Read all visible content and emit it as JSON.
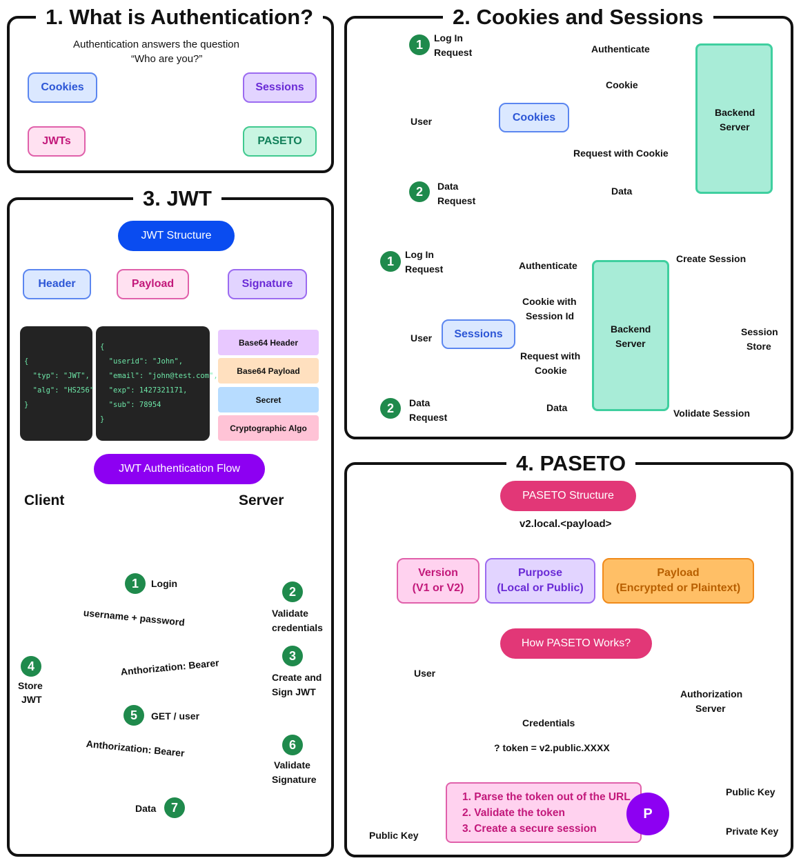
{
  "s1": {
    "title": "1. What is Authentication?",
    "intro_line1": "Authentication answers the question",
    "intro_line2": "“Who are you?”",
    "chips": [
      "Cookies",
      "Sessions",
      "JWTs",
      "PASETO"
    ]
  },
  "s2": {
    "title": "2. Cookies and Sessions",
    "cookies": {
      "step1": "1",
      "step1_l1": "Log In",
      "step1_l2": "Request",
      "user": "User",
      "center": "Cookies",
      "authenticate": "Authenticate",
      "cookie": "Cookie",
      "req_cookie": "Request with Cookie",
      "data": "Data",
      "step2": "2",
      "step2_l1": "Data",
      "step2_l2": "Request",
      "backend_l1": "Backend",
      "backend_l2": "Server"
    },
    "sessions": {
      "step1": "1",
      "step1_l1": "Log In",
      "step1_l2": "Request",
      "user": "User",
      "center": "Sessions",
      "authenticate": "Authenticate",
      "cookie_sid_l1": "Cookie with",
      "cookie_sid_l2": "Session Id",
      "req_cookie_l1": "Request with",
      "req_cookie_l2": "Cookie",
      "data": "Data",
      "step2": "2",
      "step2_l1": "Data",
      "step2_l2": "Request",
      "backend_l1": "Backend",
      "backend_l2": "Server",
      "create_session": "Create Session",
      "validate_session": "Volidate Session",
      "store_l1": "Session",
      "store_l2": "Store"
    }
  },
  "s3": {
    "title": "3. JWT",
    "structure": "JWT Structure",
    "header": "Header",
    "payload": "Payload",
    "signature": "Signature",
    "header_code": [
      "{",
      "  \"typ\": \"JWT\",",
      "  \"alg\": \"HS256\"",
      "}"
    ],
    "payload_code": [
      "{",
      "  \"userid\": \"John\",",
      "  \"email\": \"john@test.com\",",
      "  \"exp\": 1427321171,",
      "  \"sub\": 78954",
      "}"
    ],
    "sig_parts": [
      "Base64 Header",
      "Base64 Payload",
      "Secret",
      "Cryptographic Algo"
    ],
    "flow": "JWT Authentication Flow",
    "client": "Client",
    "server": "Server",
    "steps": [
      {
        "n": "1",
        "label": "Login",
        "sub": "username + password"
      },
      {
        "n": "2",
        "label_l1": "Validate",
        "label_l2": "credentials"
      },
      {
        "n": "3",
        "label_l1": "Create and",
        "label_l2": "Sign JWT",
        "sub": "Anthorization: Bearer"
      },
      {
        "n": "4",
        "label_l1": "Store",
        "label_l2": "JWT"
      },
      {
        "n": "5",
        "label": "GET / user",
        "sub": "Anthorization: Bearer"
      },
      {
        "n": "6",
        "label_l1": "Validate",
        "label_l2": "Signature"
      },
      {
        "n": "7",
        "label": "Data"
      }
    ]
  },
  "s4": {
    "title": "4. PASETO",
    "structure": "PASETO Structure",
    "format": "v2.local.<payload>",
    "version_l1": "Version",
    "version_l2": "(V1 or V2)",
    "purpose_l1": "Purpose",
    "purpose_l2": "(Local or Public)",
    "payload_l1": "Payload",
    "payload_l2": "(Encrypted or Plaintext)",
    "how": "How PASETO Works?",
    "user": "User",
    "auth_server_l1": "Authorization",
    "auth_server_l2": "Server",
    "credentials": "Credentials",
    "token": "? token = v2.public.XXXX",
    "steps": [
      "1. Parse the token out of the URL",
      "2. Validate the token",
      "3. Create a secure session"
    ],
    "badge": "P",
    "public_key_left": "Public Key",
    "public_key": "Public Key",
    "private_key": "Private Key"
  },
  "colors": {
    "green_badge": "#1f8a4c",
    "blue_pill": "#0a4cf0",
    "purple_pill": "#8d00f2",
    "pink_pill": "#e23777",
    "orange_line": "#f26b21",
    "teal_box": "#a8ecd7"
  }
}
